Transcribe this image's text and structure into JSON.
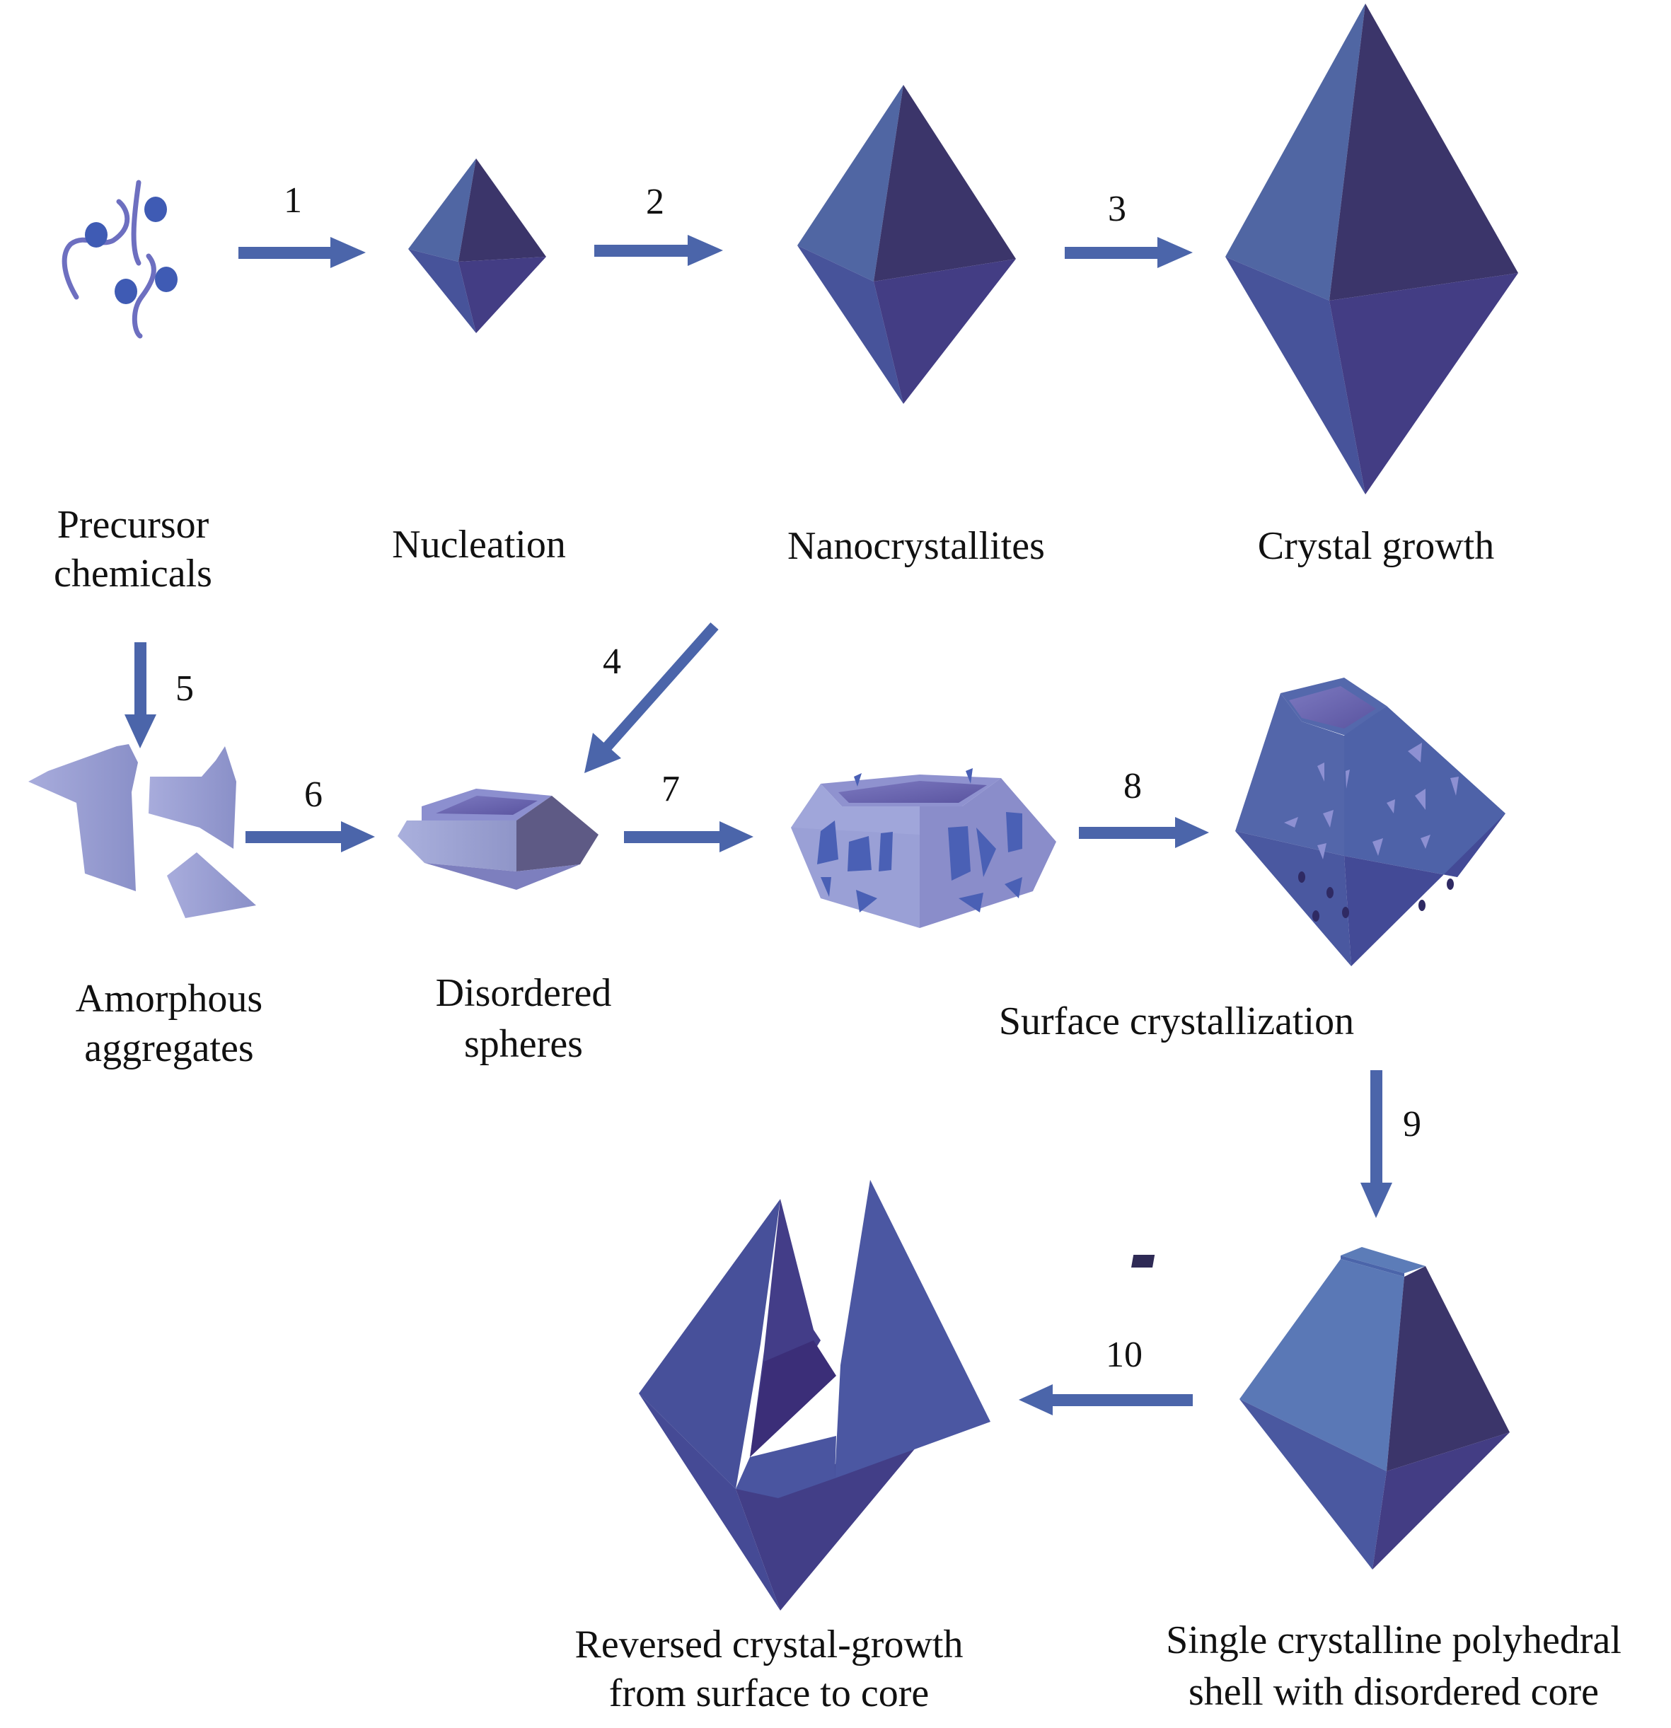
{
  "diagram": {
    "type": "process-flow",
    "colors": {
      "arrow": "#4b65aa",
      "crystal_light": "#5066a3",
      "crystal_dark": "#3b356a",
      "crystal_mid": "#463f88",
      "crystal_lower_left": "#47539a",
      "amorphous": "#9aa0d2",
      "box_light": "#a3a8d8",
      "box_dark": "#5e5a85",
      "text": "#111111"
    },
    "stages": [
      {
        "id": "precursor",
        "label_lines": [
          "Precursor",
          "chemicals"
        ]
      },
      {
        "id": "nucleation",
        "label_lines": [
          "Nucleation"
        ]
      },
      {
        "id": "nanocrystallites",
        "label_lines": [
          "Nanocrystallites"
        ]
      },
      {
        "id": "crystal-growth",
        "label_lines": [
          "Crystal growth"
        ]
      },
      {
        "id": "amorphous",
        "label_lines": [
          "Amorphous",
          "aggregates"
        ]
      },
      {
        "id": "disordered",
        "label_lines": [
          "Disordered",
          "spheres"
        ]
      },
      {
        "id": "surface",
        "label_lines": [
          "Surface crystallization"
        ]
      },
      {
        "id": "shell",
        "label_lines": [
          "Single crystalline polyhedral",
          "shell with disordered core"
        ]
      },
      {
        "id": "reversed",
        "label_lines": [
          "Reversed crystal-growth",
          "from surface to core"
        ]
      }
    ],
    "steps": [
      {
        "n": "1",
        "from": "precursor",
        "to": "nucleation",
        "direction": "right"
      },
      {
        "n": "2",
        "from": "nucleation",
        "to": "nanocrystallites",
        "direction": "right"
      },
      {
        "n": "3",
        "from": "nanocrystallites",
        "to": "crystal-growth",
        "direction": "right"
      },
      {
        "n": "4",
        "from": "nanocrystallites",
        "to": "disordered",
        "direction": "down-left"
      },
      {
        "n": "5",
        "from": "precursor",
        "to": "amorphous",
        "direction": "down"
      },
      {
        "n": "6",
        "from": "amorphous",
        "to": "disordered",
        "direction": "right"
      },
      {
        "n": "7",
        "from": "disordered",
        "to": "surface-intermediate",
        "direction": "right"
      },
      {
        "n": "8",
        "from": "surface-intermediate",
        "to": "surface",
        "direction": "right"
      },
      {
        "n": "9",
        "from": "surface",
        "to": "shell",
        "direction": "down"
      },
      {
        "n": "10",
        "from": "shell",
        "to": "reversed",
        "direction": "left"
      }
    ]
  }
}
